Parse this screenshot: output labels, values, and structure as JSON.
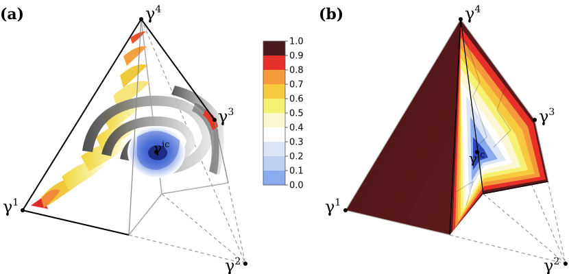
{
  "panels": [
    {
      "label": "(a)"
    },
    {
      "label": "(b)"
    }
  ],
  "vertices": {
    "g1": {
      "sym": "γ",
      "sup": "1"
    },
    "g2": {
      "sym": "γ",
      "sup": "2"
    },
    "g3": {
      "sym": "γ",
      "sup": "3"
    },
    "g4": {
      "sym": "γ",
      "sup": "4"
    },
    "gic": {
      "sym": "γ",
      "sup": "ic"
    }
  },
  "colorbar": {
    "ticks": [
      "1.0",
      "0.9",
      "0.8",
      "0.7",
      "0.6",
      "0.5",
      "0.4",
      "0.3",
      "0.2",
      "0.1",
      "0.0"
    ],
    "colors": [
      "#4a1a1e",
      "#e8302a",
      "#f59a3a",
      "#f7c93e",
      "#f6f170",
      "#fbf7d2",
      "#ffffff",
      "#dbe5f6",
      "#bcd0f0",
      "#8aacee"
    ]
  }
}
